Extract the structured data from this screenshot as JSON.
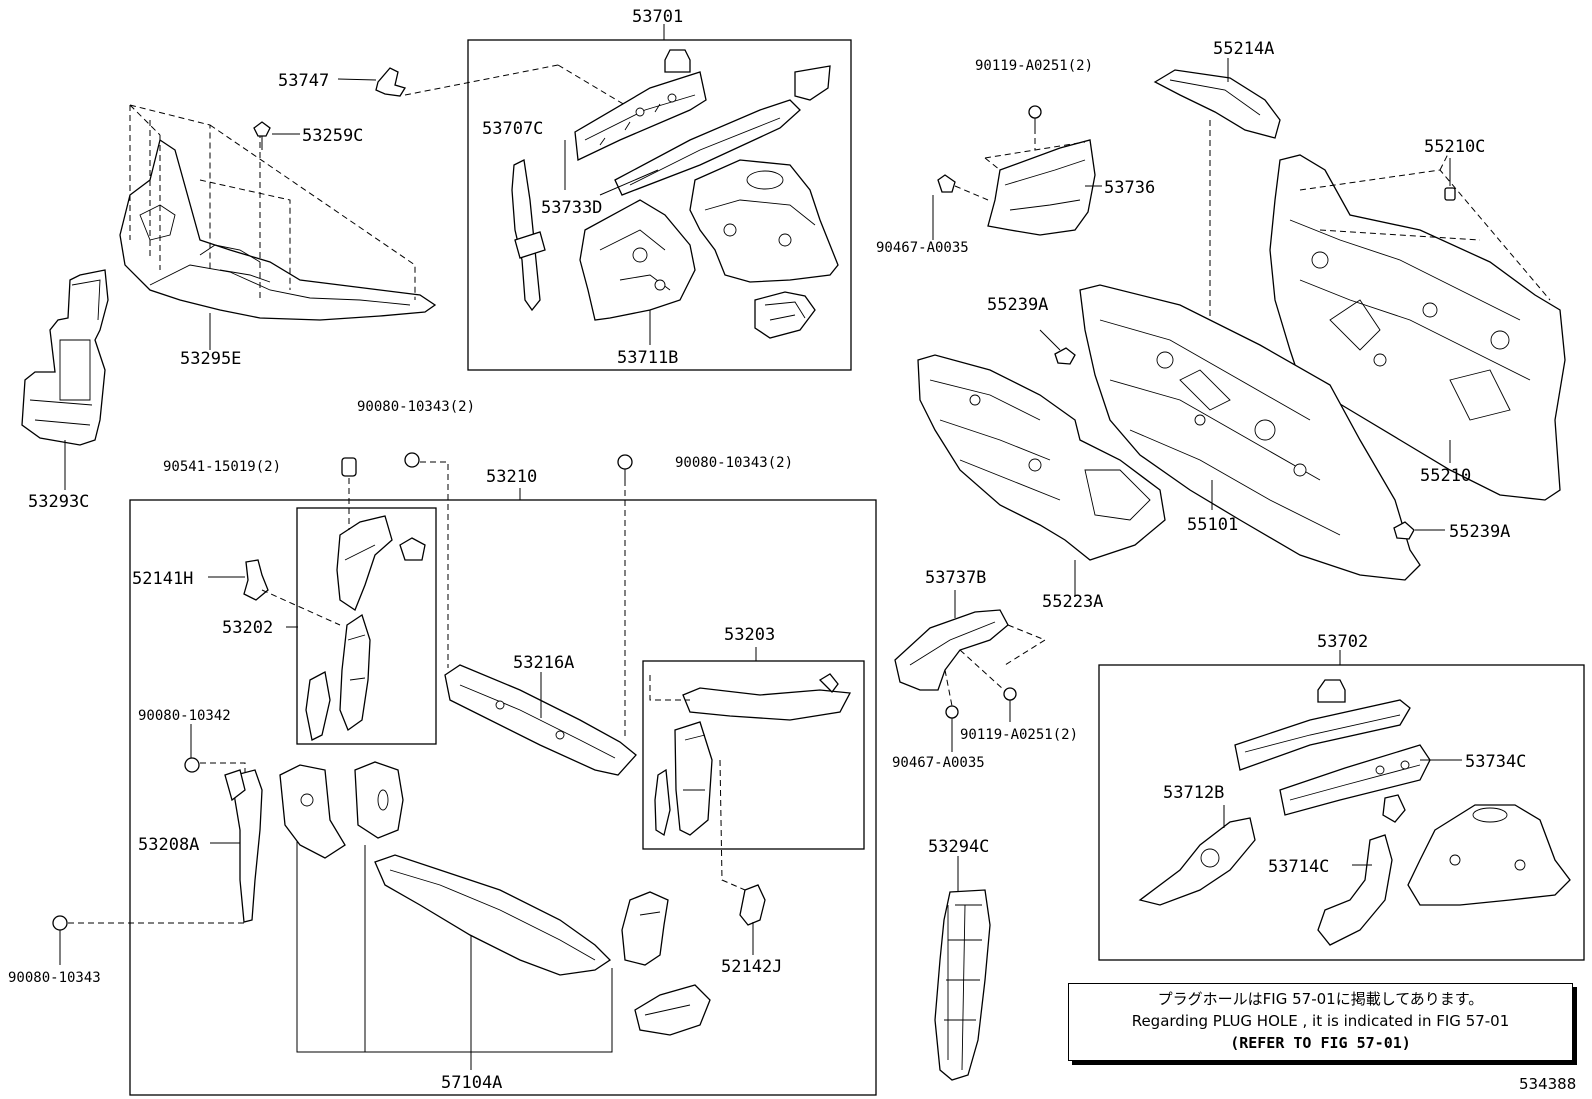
{
  "labels": {
    "l53701": "53701",
    "l53747": "53747",
    "l53259C": "53259C",
    "l53707C": "53707C",
    "l53733D": "53733D",
    "l53711B": "53711B",
    "l53295E": "53295E",
    "l53293C": "53293C",
    "l90119a": "90119-A0251(2)",
    "l55214A": "55214A",
    "l53736": "53736",
    "l90467a": "90467-A0035",
    "l55210C": "55210C",
    "l55239Aa": "55239A",
    "l55210": "55210",
    "l55101": "55101",
    "l55239Ab": "55239A",
    "l55223A": "55223A",
    "l90080a": "90080-10343(2)",
    "l90541": "90541-15019(2)",
    "l53210": "53210",
    "l90080b": "90080-10343(2)",
    "l52141H": "52141H",
    "l53202": "53202",
    "l53216A": "53216A",
    "l53203": "53203",
    "l90080c": "90080-10342",
    "l53208A": "53208A",
    "l90080d": "90080-10343",
    "l52142J": "52142J",
    "l57104A": "57104A",
    "l53737B": "53737B",
    "l90119b": "90119-A0251(2)",
    "l90467b": "90467-A0035",
    "l53294C": "53294C",
    "l53702": "53702",
    "l53734C": "53734C",
    "l53712B": "53712B",
    "l53714C": "53714C"
  },
  "note": {
    "line1": "プラグホールはFIG 57-01に掲載してあります。",
    "line2": "Regarding PLUG HOLE , it is indicated in FIG 57-01",
    "line3": "(REFER TO FIG 57-01)"
  },
  "figure_number": "534388"
}
